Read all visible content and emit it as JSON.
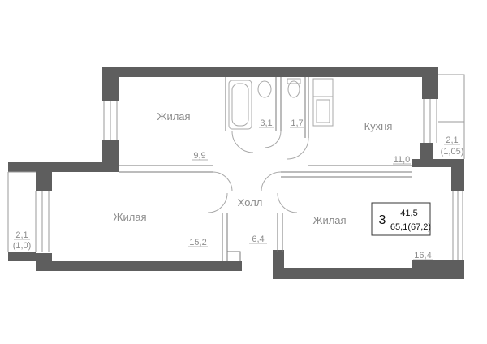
{
  "plan": {
    "rooms": [
      {
        "id": "living-1",
        "name": "Жилая",
        "area": "9,9"
      },
      {
        "id": "bath",
        "name": "",
        "area": "3,1"
      },
      {
        "id": "wc",
        "name": "",
        "area": "1,7"
      },
      {
        "id": "kitchen",
        "name": "Кухня",
        "area": "11,0"
      },
      {
        "id": "living-2",
        "name": "Жилая",
        "area": "15,2"
      },
      {
        "id": "hall",
        "name": "Холл",
        "area": "6,4"
      },
      {
        "id": "living-3",
        "name": "Жилая",
        "area": "16,4"
      }
    ],
    "balconies": [
      {
        "id": "balcony-kitchen",
        "area": "2,1",
        "reduced_area": "(1,05)"
      },
      {
        "id": "balcony-left",
        "area": "2,1",
        "reduced_area": "(1,0)"
      }
    ],
    "summary": {
      "rooms_count": "3",
      "living_area": "41,5",
      "total_area": "65,1(67,2)"
    }
  }
}
